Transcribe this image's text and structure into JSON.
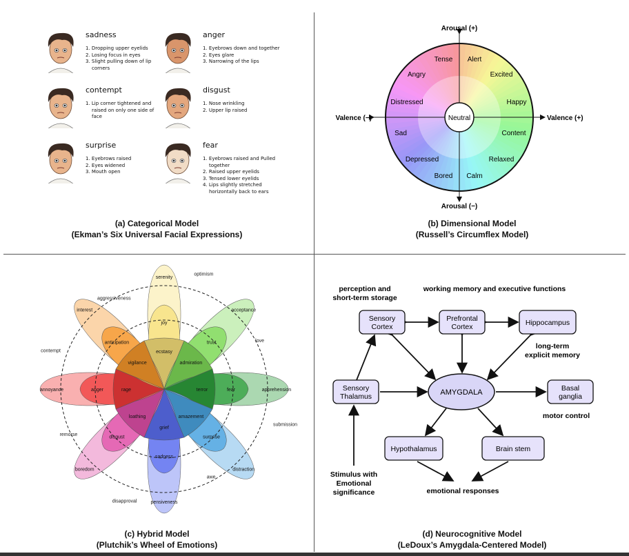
{
  "categorical": {
    "emotions": [
      {
        "name": "sadness",
        "items": [
          "1. Dropping upper eyelids",
          "2. Losing focus in eyes",
          "3. Slight pulling down of lip corners"
        ]
      },
      {
        "name": "anger",
        "items": [
          "1. Eyebrows down and together",
          "2. Eyes glare",
          "3. Narrowing of the lips"
        ]
      },
      {
        "name": "contempt",
        "items": [
          "1. Lip corner tightened and raised on only one side of face"
        ]
      },
      {
        "name": "disgust",
        "items": [
          "1. Nose wrinkling",
          "2. Upper lip raised"
        ]
      },
      {
        "name": "surprise",
        "items": [
          "1. Eyebrows raised",
          "2. Eyes widened",
          "3. Mouth open"
        ]
      },
      {
        "name": "fear",
        "items": [
          "1. Eyebrows raised and Pulled together",
          "2. Raised upper eyelids",
          "3. Tensed lower eyelids",
          "4. Lips slightly stretched horizontally back to ears"
        ]
      }
    ],
    "caption_line1": "(a) Categorical Model",
    "caption_line2": "(Ekman’s Six Universal Facial Expressions)"
  },
  "dimensional": {
    "arousal_high": "Arousal (+)",
    "arousal_low": "Arousal (−)",
    "valence_neg": "Valence (−)",
    "valence_pos": "Valence (+)",
    "center": "Neutral",
    "labels": [
      "Tense",
      "Alert",
      "Angry",
      "Excited",
      "Distressed",
      "Happy",
      "Sad",
      "Content",
      "Depressed",
      "Relaxed",
      "Bored",
      "Calm"
    ],
    "caption_line1": "(b) Dimensional Model",
    "caption_line2": "(Russell’s Circumflex Model)"
  },
  "hybrid": {
    "petals": [
      {
        "outer": "serenity",
        "mid": "joy",
        "inner": "ecstasy",
        "color": "#f7e07a"
      },
      {
        "outer": "acceptance",
        "mid": "trust",
        "inner": "admiration",
        "color": "#7ed957"
      },
      {
        "outer": "apprehension",
        "mid": "fear",
        "inner": "terror",
        "color": "#2e9e3c"
      },
      {
        "outer": "distraction",
        "mid": "surprise",
        "inner": "amazement",
        "color": "#4aa3e0"
      },
      {
        "outer": "pensiveness",
        "mid": "sadness",
        "inner": "grief",
        "color": "#5b6ef0"
      },
      {
        "outer": "boredom",
        "mid": "disgust",
        "inner": "loathing",
        "color": "#e04fa8"
      },
      {
        "outer": "annoyance",
        "mid": "anger",
        "inner": "rage",
        "color": "#f03a3a"
      },
      {
        "outer": "interest",
        "mid": "anticipation",
        "inner": "vigilance",
        "color": "#f5962a"
      }
    ],
    "dyads": [
      "optimism",
      "love",
      "submission",
      "awe",
      "disapproval",
      "remorse",
      "contempt",
      "aggressiveness"
    ],
    "caption_line1": "(c) Hybrid Model",
    "caption_line2": "(Plutchik’s Wheel of Emotions)"
  },
  "neuro": {
    "nodes": {
      "sensory_cortex": [
        "Sensory",
        "Cortex"
      ],
      "prefrontal_cortex": [
        "Prefrontal",
        "Cortex"
      ],
      "hippocampus": [
        "Hippocampus"
      ],
      "sensory_thalamus": [
        "Sensory",
        "Thalamus"
      ],
      "amygdala": [
        "AMYGDALA"
      ],
      "basal_ganglia": [
        "Basal",
        "ganglia"
      ],
      "hypothalamus": [
        "Hypothalamus"
      ],
      "brain_stem": [
        "Brain stem"
      ]
    },
    "annotations": {
      "perception": [
        "perception and",
        "short-term storage"
      ],
      "working_memory": [
        "working memory and executive functions"
      ],
      "long_term": [
        "long-term",
        "explicit memory"
      ],
      "motor": [
        "motor control"
      ],
      "stimulus": [
        "Stimulus with",
        "Emotional",
        "significance"
      ],
      "responses": [
        "emotional responses"
      ]
    },
    "caption_line1": "(d) Neurocognitive Model",
    "caption_line2": "(LeDoux’s Amygdala-Centered Model)"
  }
}
